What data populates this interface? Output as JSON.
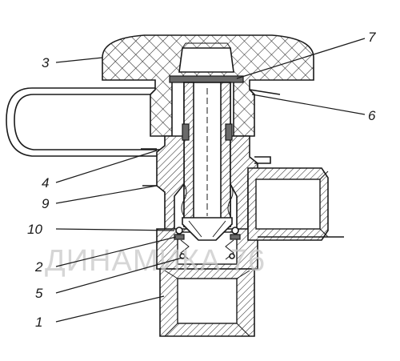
{
  "diagram": {
    "callouts": [
      {
        "id": "c3",
        "label": "3"
      },
      {
        "id": "c7",
        "label": "7"
      },
      {
        "id": "c6",
        "label": "6"
      },
      {
        "id": "c4",
        "label": "4"
      },
      {
        "id": "c9",
        "label": "9"
      },
      {
        "id": "c10",
        "label": "10"
      },
      {
        "id": "c2",
        "label": "2"
      },
      {
        "id": "c5",
        "label": "5"
      },
      {
        "id": "c1",
        "label": "1"
      }
    ],
    "watermark": "ДИНАМИКА 76"
  }
}
